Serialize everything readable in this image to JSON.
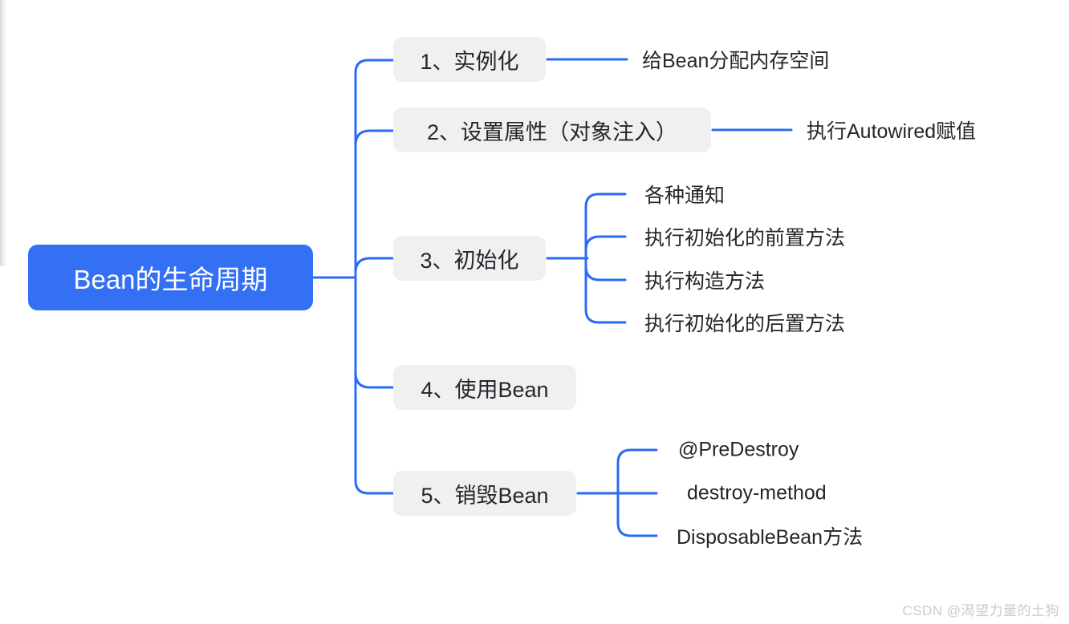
{
  "diagram": {
    "root": {
      "label": "Bean的生命周期"
    },
    "branches": [
      {
        "label": "1、实例化",
        "children": [
          {
            "label": "给Bean分配内存空间"
          }
        ]
      },
      {
        "label": "2、设置属性（对象注入）",
        "children": [
          {
            "label": "执行Autowired赋值"
          }
        ]
      },
      {
        "label": "3、初始化",
        "children": [
          {
            "label": "各种通知"
          },
          {
            "label": "执行初始化的前置方法"
          },
          {
            "label": "执行构造方法"
          },
          {
            "label": "执行初始化的后置方法"
          }
        ]
      },
      {
        "label": "4、使用Bean",
        "children": []
      },
      {
        "label": "5、销毁Bean",
        "children": [
          {
            "label": "@PreDestroy"
          },
          {
            "label": "destroy-method"
          },
          {
            "label": "DisposableBean方法"
          }
        ]
      }
    ]
  },
  "watermark": {
    "text": "CSDN @渴望力量的土狗"
  },
  "colors": {
    "root_fill": "#3370f3",
    "root_text": "#ffffff",
    "branch_fill": "#f0f0f1",
    "text_main": "#24262b",
    "connector": "#2a6bf5",
    "watermark": "#cbcbcb"
  }
}
